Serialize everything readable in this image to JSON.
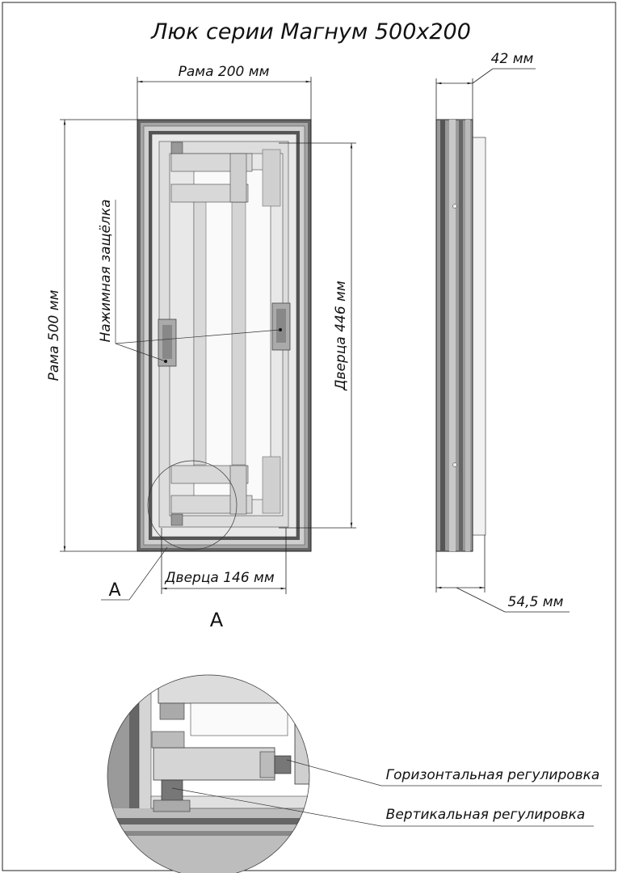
{
  "title": "Люк серии Магнум 500х200",
  "dimensions": {
    "frame_width": "Рама 200 мм",
    "frame_height": "Рама 500 мм",
    "door_height": "Дверца 446 мм",
    "door_width": "Дверца 146 мм",
    "depth_frame": "42 мм",
    "depth_total": "54,5 мм"
  },
  "callouts": {
    "latch": "Нажимная защёлка",
    "detail_marker": "А",
    "detail_title": "А",
    "horizontal_adjust": "Горизонтальная регулировка",
    "vertical_adjust": "Вертикальная регулировка"
  }
}
